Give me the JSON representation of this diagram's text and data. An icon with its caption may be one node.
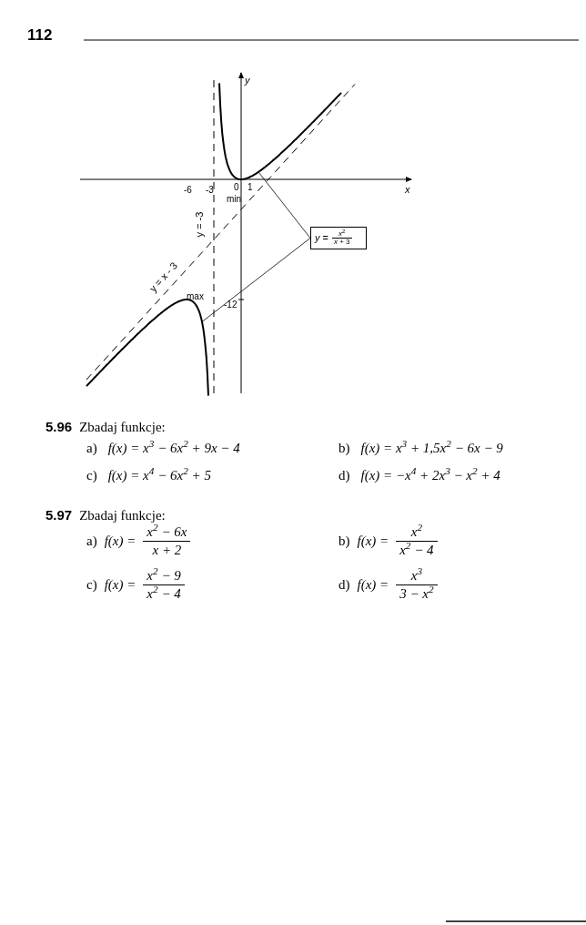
{
  "diagram": {
    "nodes": [
      {
        "text": [
          "*y* =",
          "*x*$^{2}$",
          "*x* + 3"
        ]
      },
      {
        "text": [],
        "shape": "curve"
      },
      {
        "text": [],
        "shape": "curve"
      }
    ],
    "edges": [
      {
        "from": 0,
        "to": 1,
        "arrow": "none"
      },
      {
        "from": 0,
        "to": 2,
        "arrow": "none"
      }
    ],
    "labels": [
      "112",
      "y",
      "x",
      "-6",
      "-3",
      "0",
      "1",
      "min",
      "y = -3",
      "y = x - 3",
      "max",
      "-12",
      "5.96",
      "Zbadaj funkcje:",
      "a)",
      "f(x) = x$^{3}$ − 6x$^{2}$ + 9x − 4",
      "b)",
      "f(x) = x$^{3}$ + 1,5x$^{2}$ − 6x − 9",
      "c)",
      "f(x) = x$^{4}$ − 6x$^{2}$ + 5",
      "d)",
      "f(x) = −x$^{4}$ + 2x$^{3}$ − x$^{2}$ + 4",
      "5.97",
      "Zbadaj funkcje:",
      "a)",
      "f(x) =",
      "x$^{2}$ − 6x",
      "x + 2",
      "b)",
      "f(x) =",
      "x$^{2}$",
      "x$^{2}$ − 4",
      "c)",
      "f(x) =",
      "x$^{2}$ − 9",
      "x$^{2}$ − 4",
      "d)",
      "f(x) =",
      "x$^{3}$",
      "3 − x$^{2}$"
    ]
  }
}
